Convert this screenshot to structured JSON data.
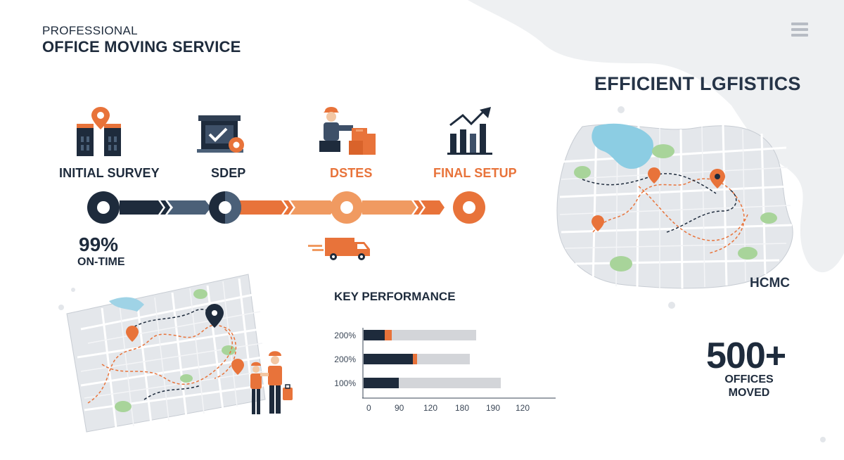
{
  "header": {
    "subtitle": "PROFESSIONAL",
    "title": "OFFICE MOVING SERVICE",
    "menu_icon": "hamburger-menu-icon"
  },
  "logistics": {
    "title": "EFFICIENT LGFISTICS",
    "map_label": "HCMC"
  },
  "process": {
    "steps": [
      {
        "label": "INITIAL SURVEY",
        "icon": "office-buildings-pin-icon",
        "color": "#1e2b3c"
      },
      {
        "label": "SDEP",
        "icon": "planning-board-icon",
        "color": "#1e2b3c"
      },
      {
        "label": "DSTES",
        "icon": "mover-with-boxes-icon",
        "color": "#e8733a"
      },
      {
        "label": "FINAL SETUP",
        "icon": "growth-chart-icon",
        "color": "#e8733a"
      }
    ],
    "truck_icon": "delivery-truck-icon"
  },
  "stats": {
    "ontime_value": "99%",
    "ontime_label": "ON-TIME",
    "offices_value": "500+",
    "offices_line1": "OFFICES",
    "offices_line2": "MOVED"
  },
  "chart_data": {
    "type": "bar",
    "title": "KEY PERFORMANCE",
    "categories": [
      "200%",
      "200%",
      "100%"
    ],
    "series": [
      {
        "values": [
          30,
          70,
          50
        ]
      },
      {
        "values": [
          10,
          6,
          0
        ]
      },
      {
        "values": [
          120,
          75,
          145
        ]
      }
    ],
    "x_tick_labels": [
      "0",
      "90",
      "120",
      "180",
      "190",
      "120"
    ],
    "colors": [
      "#1e2b3c",
      "#e8733a",
      "#d3d5d9"
    ],
    "grid": false
  },
  "colors": {
    "navy": "#1e2b3c",
    "orange": "#e8733a",
    "slate": "#4b6078",
    "light_gray": "#eef0f2"
  }
}
